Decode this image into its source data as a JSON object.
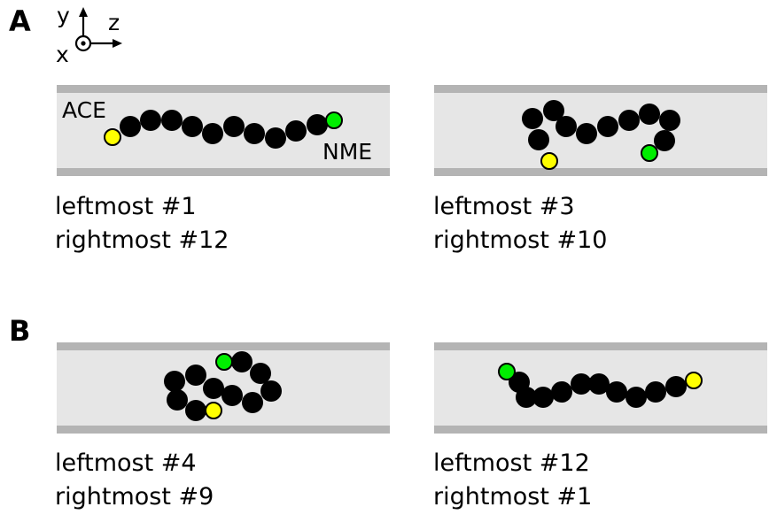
{
  "panels": [
    {
      "letter": "A"
    },
    {
      "letter": "B"
    }
  ],
  "axes": {
    "y": "y",
    "x": "x",
    "z": "z"
  },
  "terminals": {
    "n_term": "ACE",
    "c_term": "NME"
  },
  "colors": {
    "bead": "#000000",
    "ace": "#ffff00",
    "nme": "#00ee00",
    "channel_fill": "#e6e6e6",
    "channel_wall": "#b4b4b4"
  },
  "captions": [
    {
      "line1": "leftmost #1",
      "line2": "rightmost #12"
    },
    {
      "line1": "leftmost #3",
      "line2": "rightmost #10"
    },
    {
      "line1": "leftmost #4",
      "line2": "rightmost #9"
    },
    {
      "line1": "leftmost #12",
      "line2": "rightmost #1"
    }
  ]
}
